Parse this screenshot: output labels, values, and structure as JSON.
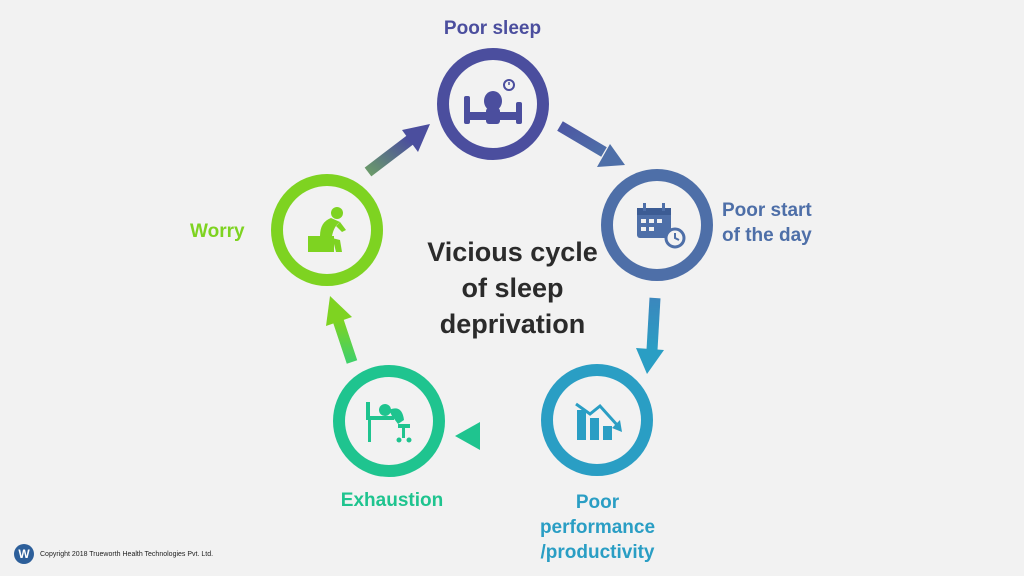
{
  "title": "Vicious cycle\nof sleep\ndeprivation",
  "nodes": [
    {
      "id": "poor-sleep",
      "label": "Poor sleep",
      "color": "#4b4e9e",
      "icon": "sleepless-bed-icon"
    },
    {
      "id": "poor-start",
      "label": "Poor start\nof the day",
      "color": "#4e6fa8",
      "icon": "calendar-clock-icon"
    },
    {
      "id": "performance",
      "label": "Poor\nperformance\n/productivity",
      "color": "#2a9ec4",
      "icon": "declining-chart-icon"
    },
    {
      "id": "exhaustion",
      "label": "Exhaustion",
      "color": "#1fc48f",
      "icon": "exhausted-at-desk-icon"
    },
    {
      "id": "worry",
      "label": "Worry",
      "color": "#7ed321",
      "icon": "worried-person-icon"
    }
  ],
  "footer": {
    "logo_letter": "W",
    "copyright": "Copyright 2018 Trueworth Health Technologies Pvt. Ltd."
  }
}
